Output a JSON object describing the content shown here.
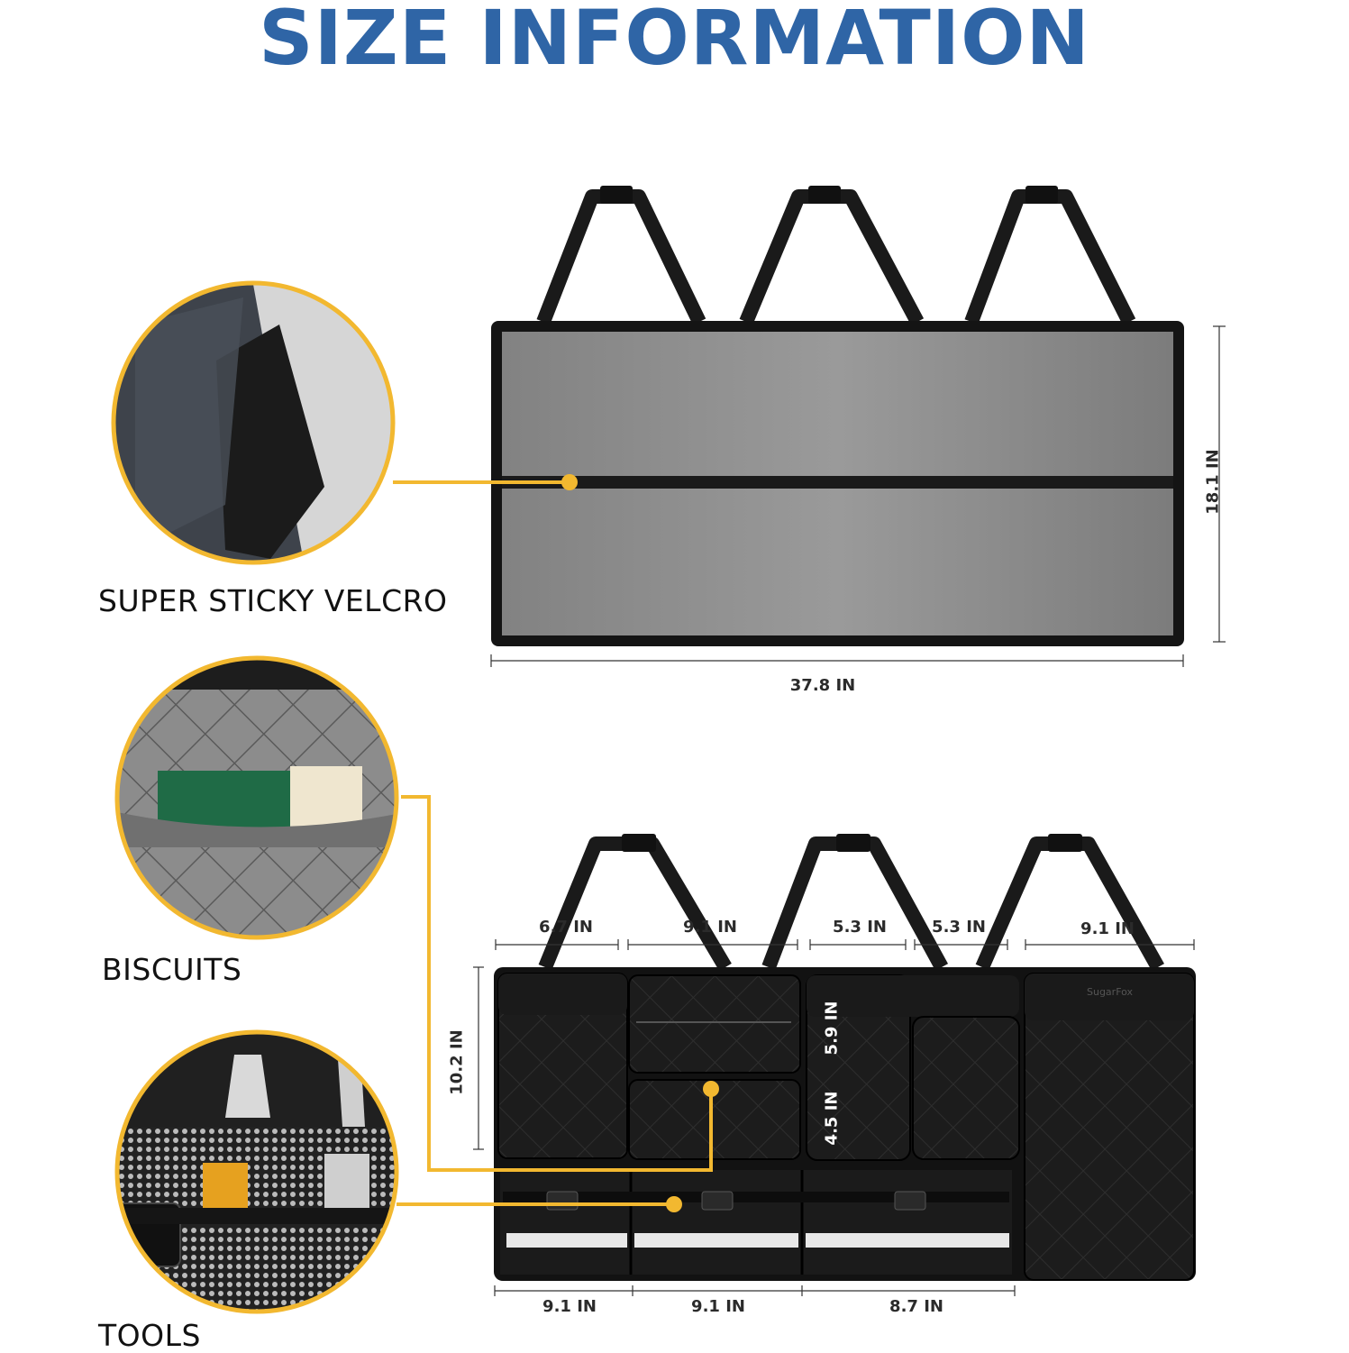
{
  "heading": "SIZE INFORMATION",
  "colors": {
    "heading": "#2f65a6",
    "callout": "#f2b830",
    "organizer_black": "#1a1a1a",
    "panel_gray": "#8a8a8a"
  },
  "top_product": {
    "width": "37.8 IN",
    "height": "18.1 IN"
  },
  "bottom_product": {
    "top_widths": [
      "6.7 IN",
      "9.1 IN",
      "5.3 IN",
      "5.3 IN",
      "9.1 IN"
    ],
    "bottom_widths": [
      "9.1 IN",
      "9.1 IN",
      "8.7 IN"
    ],
    "height": "10.2 IN",
    "inner_heights": [
      "5.9 IN",
      "4.5 IN"
    ],
    "brand": "SugarFox"
  },
  "callouts": [
    {
      "label": "SUPER STICKY VELCRO",
      "icon": "velcro-closeup"
    },
    {
      "label": "BISCUITS",
      "icon": "pocket-closeup"
    },
    {
      "label": "TOOLS",
      "icon": "mesh-tools-closeup"
    }
  ]
}
